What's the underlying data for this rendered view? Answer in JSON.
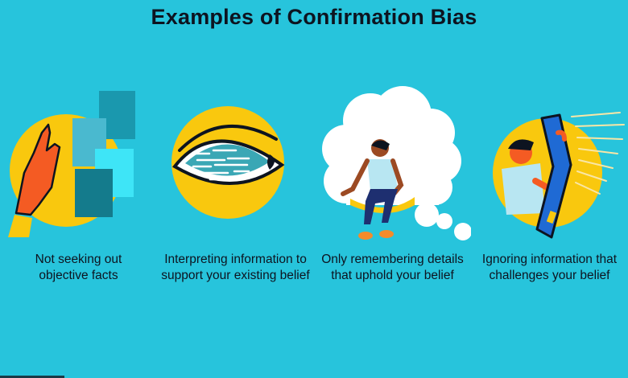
{
  "title": "Examples of Confirmation Bias",
  "panels": [
    {
      "caption": [
        "Not seeking out",
        "objective facts"
      ],
      "icon": "hand-blocking-icon"
    },
    {
      "caption": [
        "Interpreting information to",
        "support your existing belief"
      ],
      "icon": "eye-icon"
    },
    {
      "caption": [
        "Only remembering details",
        "that uphold your belief"
      ],
      "icon": "person-on-cloud-icon"
    },
    {
      "caption": [
        "Ignoring information that",
        "challenges your belief"
      ],
      "icon": "person-shielding-icon"
    }
  ],
  "colors": {
    "background": "#27c4dc",
    "accent_yellow": "#f9c80e",
    "text": "#0d1420"
  }
}
